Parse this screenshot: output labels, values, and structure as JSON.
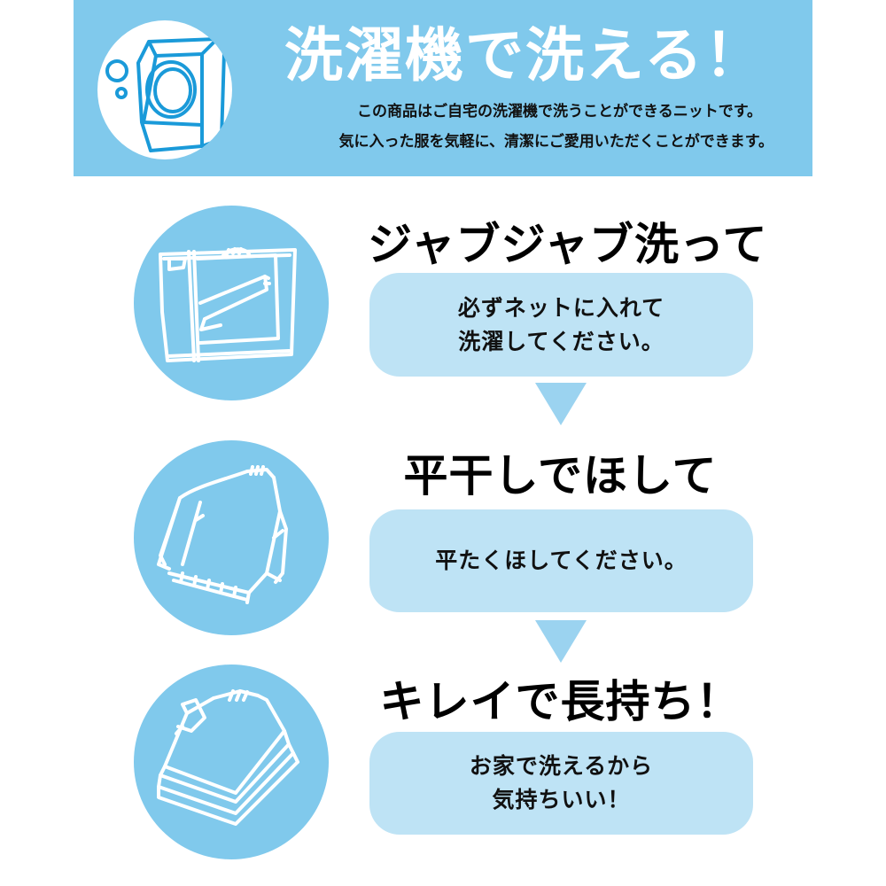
{
  "banner": {
    "title": "洗濯機で洗える！",
    "subtitle_lines": [
      "この商品はご自宅の洗濯機で洗うことができるニットです。",
      "気に入った服を気軽に、清潔にご愛用いただくことができます。"
    ],
    "icon": "washing-machine-icon",
    "background_color": "#80c9ec"
  },
  "steps": [
    {
      "heading": "ジャブジャブ洗って",
      "box_lines": [
        "必ずネットに入れて",
        "洗濯してください。"
      ],
      "icon": "sweater-in-laundry-net-icon"
    },
    {
      "heading": "平干しでほして",
      "box_lines": [
        "平たくほしてください。"
      ],
      "icon": "flat-laid-sweater-icon"
    },
    {
      "heading": "キレイで長持ち！",
      "box_lines": [
        "お家で洗えるから",
        "気持ちいい！"
      ],
      "icon": "folded-sweater-stack-icon"
    }
  ],
  "colors": {
    "accent_blue": "#80c9ec",
    "box_light_blue": "#bee3f5",
    "arrow_blue": "#9bd3f0",
    "machine_line_blue": "#1a9ad9",
    "text": "#111111"
  }
}
